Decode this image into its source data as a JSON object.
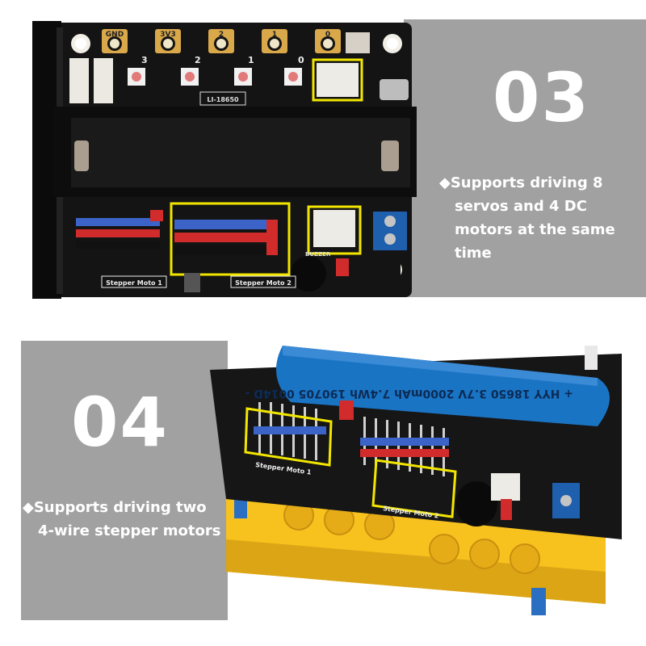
{
  "panel_top": {
    "number": "03",
    "caption_lines": [
      "Supports driving 8",
      "servos and 4 DC",
      "motors at the same",
      "time"
    ],
    "bullet": "◆",
    "board_labels": {
      "gnd": "GND",
      "v33": "3V3",
      "p2": "2",
      "p1": "1",
      "p0": "0",
      "led3": "3",
      "led2": "2",
      "led1": "1",
      "led0": "0",
      "battery_label": "LI-18650",
      "stepper1": "Stepper Moto 1",
      "stepper2": "Stepper Moto 2",
      "buzzer": "BUZZER"
    }
  },
  "panel_bottom": {
    "number": "04",
    "caption_lines": [
      "Supports driving two",
      "4-wire stepper motors"
    ],
    "bullet": "◆",
    "battery_text": "+ HYY 18650 3.7V 2000mAh 7.4Wh 190705 0014D -",
    "stepper1": "Stepper Moto 1",
    "stepper2": "Stepper Moto 2"
  },
  "colors": {
    "panel_gray": "#a1a1a1",
    "highlight": "#f2e600",
    "pcb": "#141414",
    "battery_blue": "#1a74c4",
    "lego_yellow": "#f7c11e"
  }
}
